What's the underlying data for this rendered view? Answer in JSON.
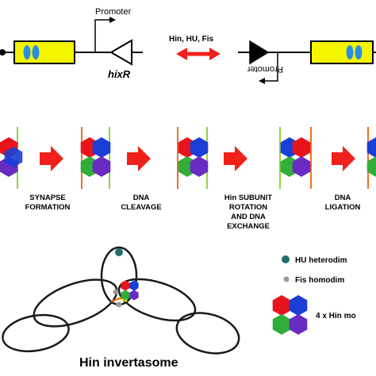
{
  "top_row": {
    "promoter_left": "Promoter",
    "hixR": "hixR",
    "factors": "Hin, HU, Fis",
    "promoter_right": "Promoter"
  },
  "steps": [
    {
      "line1": "SYNAPSE",
      "line2": "FORMATION",
      "line3": ""
    },
    {
      "line1": "DNA",
      "line2": "CLEAVAGE",
      "line3": ""
    },
    {
      "line1": "Hin SUBUNIT",
      "line2": "ROTATION",
      "line3": "AND DNA",
      "line4": "EXCHANGE"
    },
    {
      "line1": "DNA",
      "line2": "LIGATION",
      "line3": ""
    }
  ],
  "legend": {
    "hu": "HU heterodim",
    "fis": "Fis homodim",
    "hin": "4 x Hin mo"
  },
  "bottom_title": "Hin invertasome",
  "colors": {
    "red": "#e8141c",
    "blue": "#1a3fd6",
    "green": "#2fae3a",
    "purple": "#6a2bc2",
    "yellow_box": "#f5f500",
    "arrow_red": "#f0201a",
    "orange_line": "#f07020",
    "green_line": "#90d040",
    "hu_teal": "#1f6f6a",
    "fis_gray": "#9a9a9a"
  },
  "icons": [
    "promoter-arrow-icon",
    "triangle-site-icon",
    "double-arrow-icon",
    "hexagon-icon"
  ]
}
